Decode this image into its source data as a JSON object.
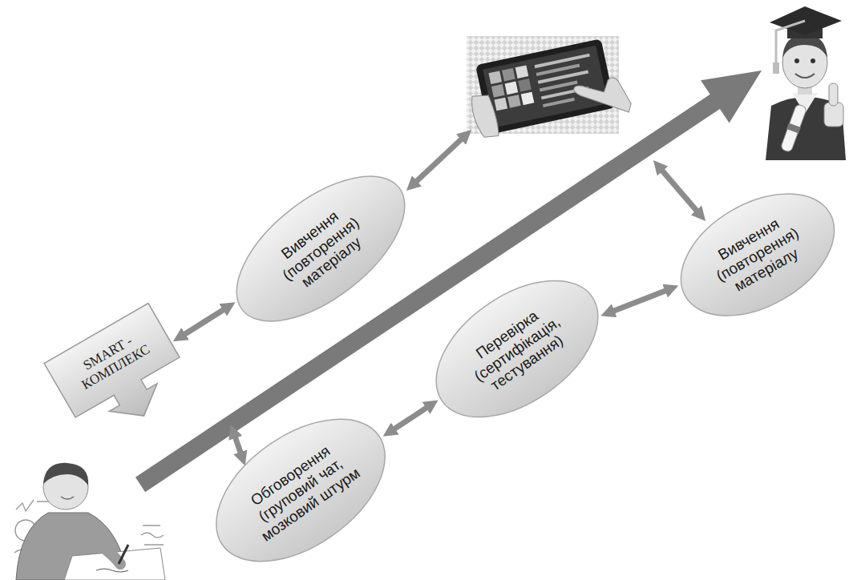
{
  "diagram": {
    "nodes": [
      {
        "text": [
          "Вивчення (повторення) матеріалу"
        ]
      },
      {
        "text": [
          "Вивчення (повторення) матеріалу"
        ]
      },
      {
        "text": [
          "SMART - КОМПЛЕКС"
        ]
      },
      {
        "text": [
          "Перевірка (сертифікація, тестування)"
        ]
      },
      {
        "text": [
          "Обговорення (груповий чат, мозковий штурм"
        ]
      }
    ],
    "edges": [
      {
        "from": 2,
        "to": 0,
        "arrow": "both"
      },
      {
        "from": 1,
        "to": 3,
        "arrow": "both"
      },
      {
        "from": 3,
        "to": 4,
        "arrow": "both"
      }
    ]
  }
}
